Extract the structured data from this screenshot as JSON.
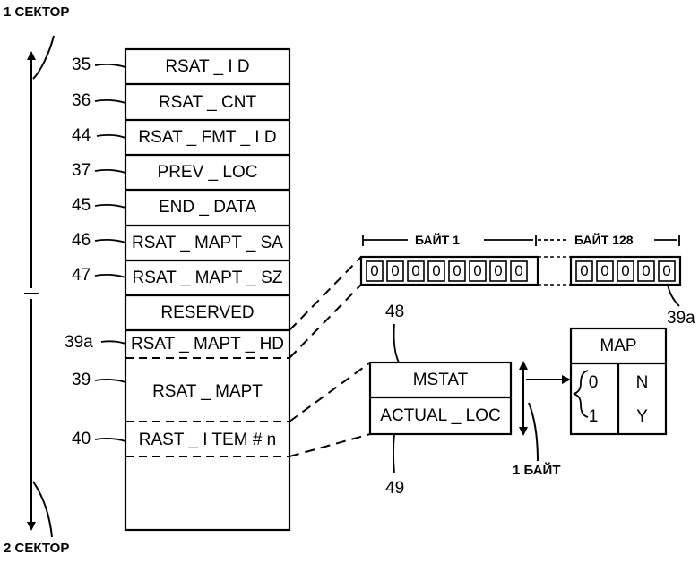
{
  "sectors": {
    "top": "1 СЕКТОР",
    "bottom": "2 СЕКТОР"
  },
  "table": {
    "fields": [
      {
        "ref": "35",
        "label": "RSAT _ I D"
      },
      {
        "ref": "36",
        "label": "RSAT _ CNT"
      },
      {
        "ref": "44",
        "label": "RSAT _ FMT _ I D"
      },
      {
        "ref": "37",
        "label": "PREV _ LOC"
      },
      {
        "ref": "45",
        "label": "END _ DATA"
      },
      {
        "ref": "46",
        "label": "RSAT _ MAPT _ SA"
      },
      {
        "ref": "47",
        "label": "RSAT _ MAPT _ SZ"
      },
      {
        "ref": "",
        "label": "RESERVED"
      },
      {
        "ref": "39a",
        "label": "RSAT _ MAPT _ HD"
      },
      {
        "ref": "39",
        "label": "RSAT _ MAPT"
      },
      {
        "ref": "40",
        "label": "RAST _ I TEM # n"
      }
    ]
  },
  "bitmap": {
    "byte_first_label": "БАЙТ 1",
    "byte_last_label": "БАЙТ 128",
    "first_bits": [
      "0",
      "0",
      "0",
      "0",
      "0",
      "0",
      "0",
      "0"
    ],
    "last_bits": [
      "0",
      "0",
      "0",
      "0",
      "0"
    ],
    "ref": "39a"
  },
  "item": {
    "ref_top": "48",
    "ref_bottom": "49",
    "mstat": "MSTAT",
    "actual_loc": "ACTUAL _ LOC",
    "size_label": "1 БАЙТ"
  },
  "map": {
    "title": "MAP",
    "rows": [
      {
        "key": "0",
        "value": "N"
      },
      {
        "key": "1",
        "value": "Y"
      }
    ]
  }
}
